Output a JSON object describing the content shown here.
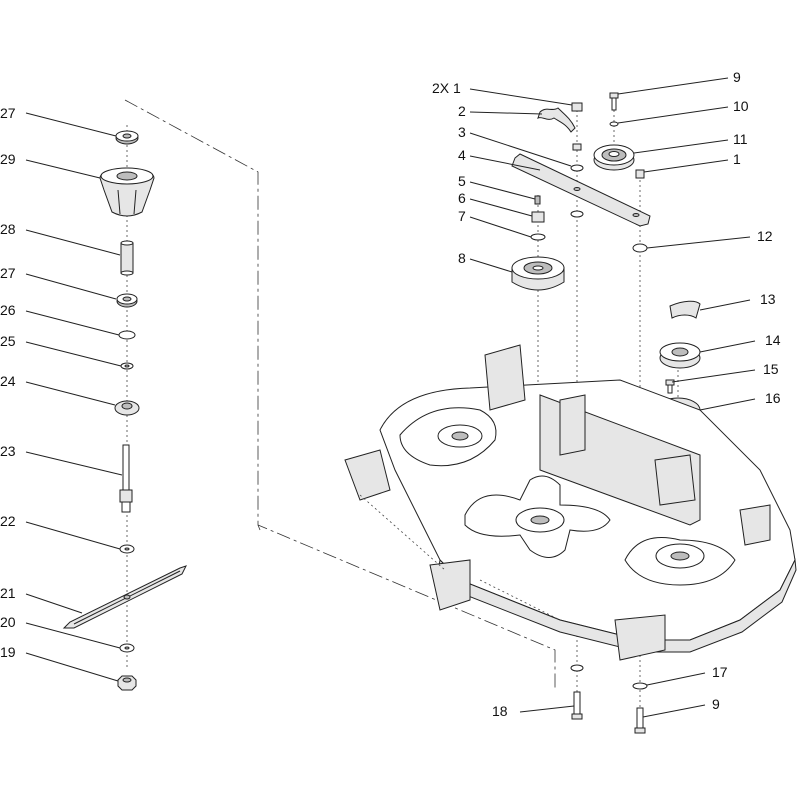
{
  "callouts": [
    {
      "id": "c27a",
      "text": "27"
    },
    {
      "id": "c29",
      "text": "29"
    },
    {
      "id": "c28",
      "text": "28"
    },
    {
      "id": "c27b",
      "text": "27"
    },
    {
      "id": "c26",
      "text": "26"
    },
    {
      "id": "c25",
      "text": "25"
    },
    {
      "id": "c24",
      "text": "24"
    },
    {
      "id": "c23",
      "text": "23"
    },
    {
      "id": "c22",
      "text": "22"
    },
    {
      "id": "c21",
      "text": "21"
    },
    {
      "id": "c20",
      "text": "20"
    },
    {
      "id": "c19",
      "text": "19"
    },
    {
      "id": "c2x1",
      "text": "2X 1"
    },
    {
      "id": "c2",
      "text": "2"
    },
    {
      "id": "c3",
      "text": "3"
    },
    {
      "id": "c4",
      "text": "4"
    },
    {
      "id": "c5",
      "text": "5"
    },
    {
      "id": "c6",
      "text": "6"
    },
    {
      "id": "c7",
      "text": "7"
    },
    {
      "id": "c8",
      "text": "8"
    },
    {
      "id": "c9a",
      "text": "9"
    },
    {
      "id": "c10",
      "text": "10"
    },
    {
      "id": "c11",
      "text": "11"
    },
    {
      "id": "c1",
      "text": "1"
    },
    {
      "id": "c12",
      "text": "12"
    },
    {
      "id": "c13",
      "text": "13"
    },
    {
      "id": "c14",
      "text": "14"
    },
    {
      "id": "c15",
      "text": "15"
    },
    {
      "id": "c16",
      "text": "16"
    },
    {
      "id": "c17",
      "text": "17"
    },
    {
      "id": "c18",
      "text": "18"
    },
    {
      "id": "c9b",
      "text": "9"
    }
  ]
}
